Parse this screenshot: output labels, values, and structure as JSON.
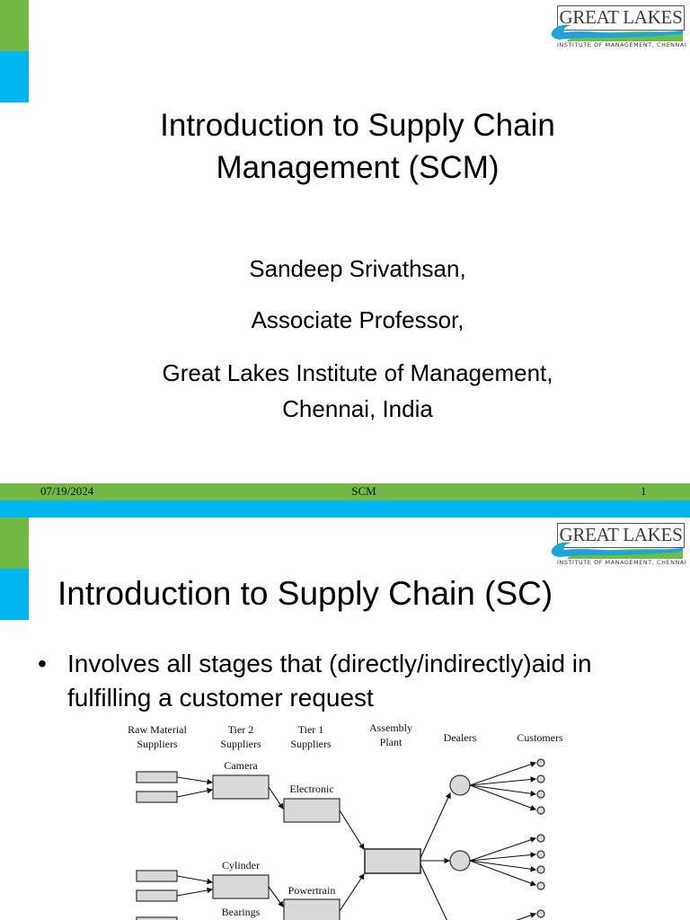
{
  "slides": [
    {
      "logo": {
        "name": "GREAT LAKES",
        "tagline": "INSTITUTE OF MANAGEMENT, CHENNAI"
      },
      "title_lines": [
        "Introduction to Supply Chain",
        "Management (SCM)"
      ],
      "presenter": {
        "name": "Sandeep Srivathsan,",
        "role": "Associate Professor,",
        "institution_line1": "Great Lakes Institute of Management,",
        "institution_line2": "Chennai, India"
      },
      "footer": {
        "date": "07/19/2024",
        "title": "SCM",
        "page_number": "1"
      }
    },
    {
      "logo": {
        "name": "GREAT LAKES",
        "tagline": "INSTITUTE OF MANAGEMENT, CHENNAI"
      },
      "title": "Introduction to Supply Chain (SC)",
      "bullets": [
        {
          "symbol": "•",
          "text": "Involves all stages that (directly/indirectly)aid in fulfilling a customer request"
        }
      ],
      "diagram": {
        "column_headers": [
          {
            "line1": "Raw Material",
            "line2": "Suppliers"
          },
          {
            "line1": "Tier 2",
            "line2": "Suppliers"
          },
          {
            "line1": "Tier 1",
            "line2": "Suppliers"
          },
          {
            "line1": "Assembly",
            "line2": "Plant"
          },
          {
            "line1": "Dealers",
            "line2": ""
          },
          {
            "line1": "Customers",
            "line2": ""
          }
        ],
        "tier2_labels": [
          "Camera",
          "Cylinder",
          "Bearings"
        ],
        "tier1_labels": [
          "Electronic",
          "Powertrain"
        ]
      }
    }
  ],
  "colors": {
    "accent_green": "#71b944",
    "accent_blue": "#00b6ef",
    "logo_water": "#1fa3d8",
    "logo_land": "#6cbf45",
    "diagram_fill": "#d9d9d9"
  }
}
